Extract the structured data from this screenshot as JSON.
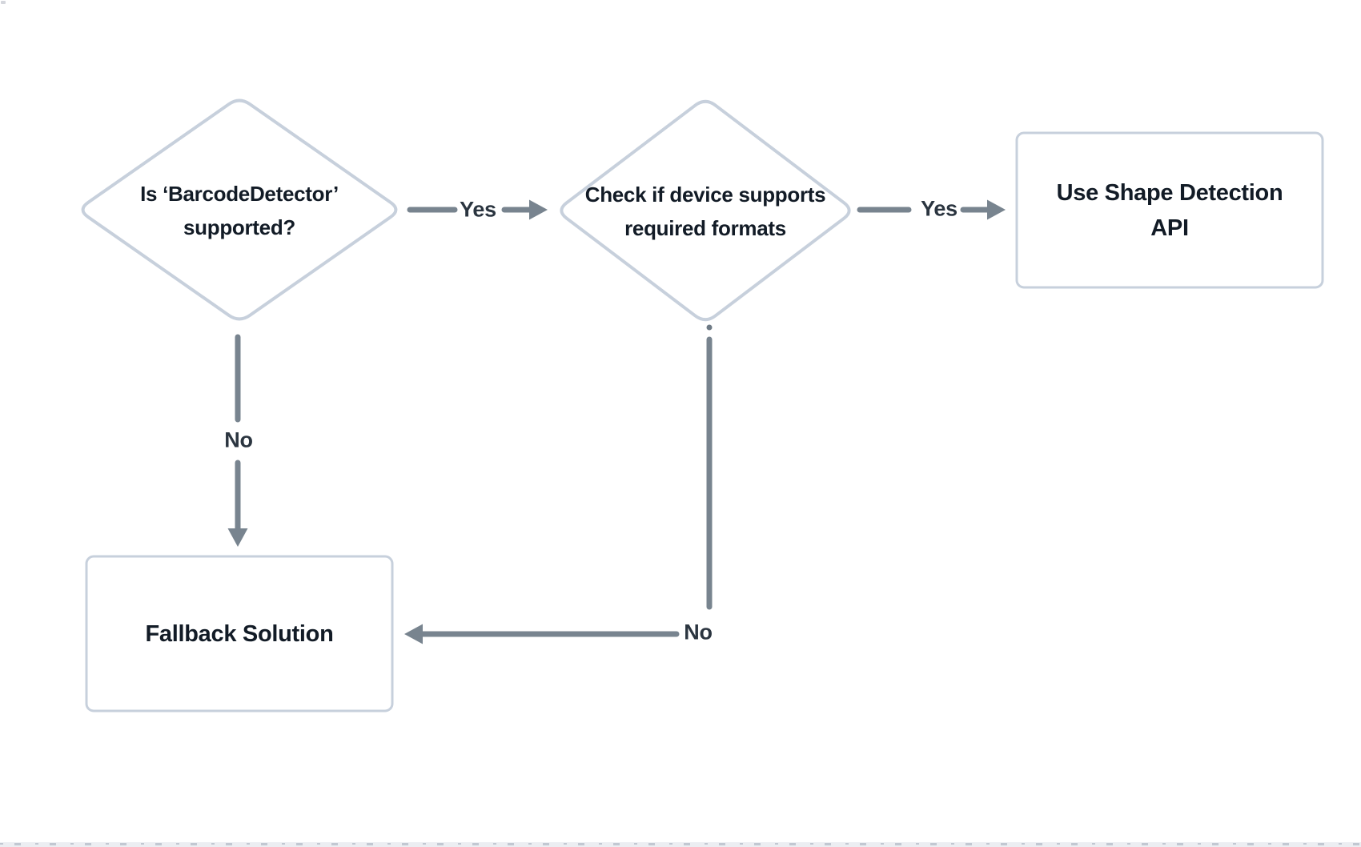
{
  "colors": {
    "background": "#ffffff",
    "node_border": "#c7d0dc",
    "node_text": "#121b26",
    "arrow": "#78848f",
    "edge_label_text": "#2b3540",
    "edge_start_dot": "#6e7a85",
    "bottom_strip_bg": "#eceef2",
    "bottom_strip_mark": "#c2c8d2"
  },
  "flowchart": {
    "type": "flowchart",
    "nodes": [
      {
        "id": "is-barcodedetector-supported",
        "shape": "decision-diamond",
        "label": "Is ‘BarcodeDetector’ supported?",
        "lines": [
          "Is ‘BarcodeDetector’",
          "supported?"
        ]
      },
      {
        "id": "check-device-formats",
        "shape": "decision-diamond",
        "label": "Check if device supports required formats",
        "lines": [
          "Check if device supports",
          "required formats"
        ]
      },
      {
        "id": "use-shape-detection-api",
        "shape": "process-box",
        "label": "Use Shape Detection API",
        "lines": [
          "Use Shape Detection",
          "API"
        ]
      },
      {
        "id": "fallback-solution",
        "shape": "process-box",
        "label": "Fallback Solution",
        "lines": [
          "Fallback Solution"
        ]
      }
    ],
    "edges": [
      {
        "from": "is-barcodedetector-supported",
        "to": "check-device-formats",
        "label": "Yes"
      },
      {
        "from": "check-device-formats",
        "to": "use-shape-detection-api",
        "label": "Yes"
      },
      {
        "from": "is-barcodedetector-supported",
        "to": "fallback-solution",
        "label": "No"
      },
      {
        "from": "check-device-formats",
        "to": "fallback-solution",
        "label": "No"
      }
    ]
  }
}
